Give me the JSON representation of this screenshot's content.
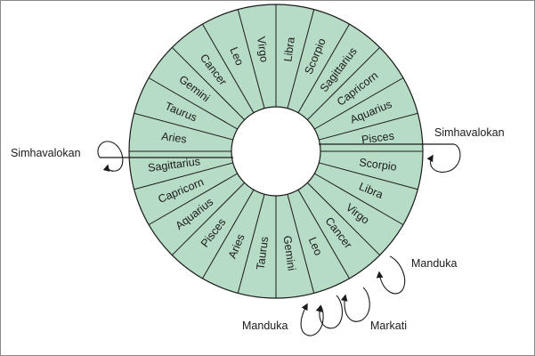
{
  "colors": {
    "ring_fill": "#b7dcc6",
    "stroke": "#1a1a1a",
    "background": "#ffffff"
  },
  "upper_half_signs": [
    "Aries",
    "Taurus",
    "Gemini",
    "Cancer",
    "Leo",
    "Virgo",
    "Libra",
    "Scorpio",
    "Sagittarius",
    "Capricorn",
    "Aquarius",
    "Pisces"
  ],
  "lower_half_signs": [
    "Scorpio",
    "Libra",
    "Virgo",
    "Cancer",
    "Leo",
    "Gemini",
    "Taurus",
    "Aries",
    "Pisces",
    "Aquarius",
    "Capricorn",
    "Sagittarius"
  ],
  "annotations": {
    "left_simhavalokan": "Simhavalokan",
    "right_simhavalokan": "Simhavalokan",
    "manduka_right": "Manduka",
    "manduka_bottom": "Manduka",
    "markati": "Markati"
  }
}
